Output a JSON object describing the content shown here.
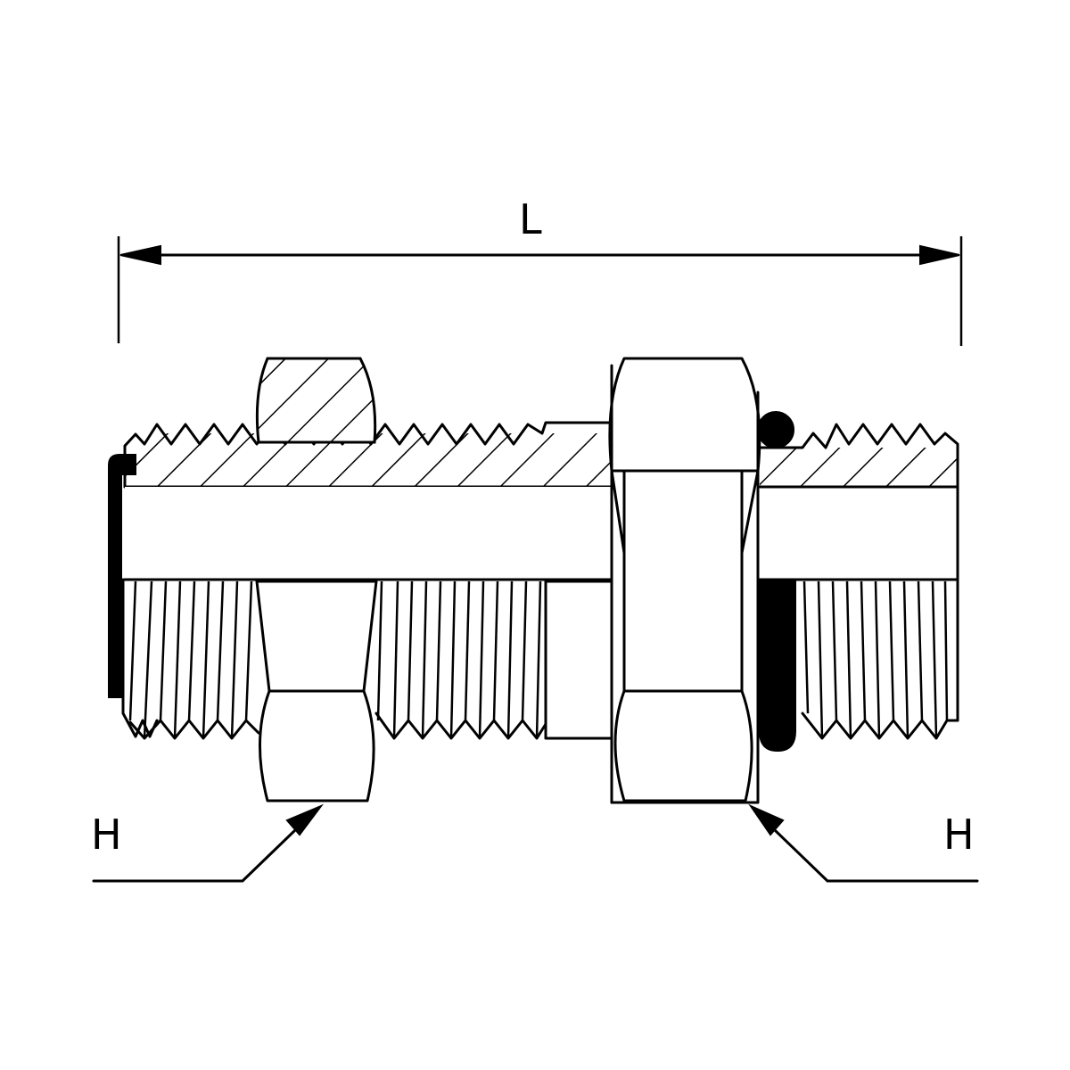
{
  "drawing": {
    "title": "Bulkhead straight connector with O-ring and lock nut",
    "dimensions": {
      "length_label": "L",
      "hex_left_label": "H",
      "hex_right_label": "H"
    },
    "colors": {
      "line": "#000000",
      "background": "#ffffff",
      "seal": "#000000"
    },
    "components": [
      "threaded-body-left",
      "lock-nut-left",
      "body-hex",
      "o-ring",
      "threaded-body-right",
      "bore"
    ]
  }
}
